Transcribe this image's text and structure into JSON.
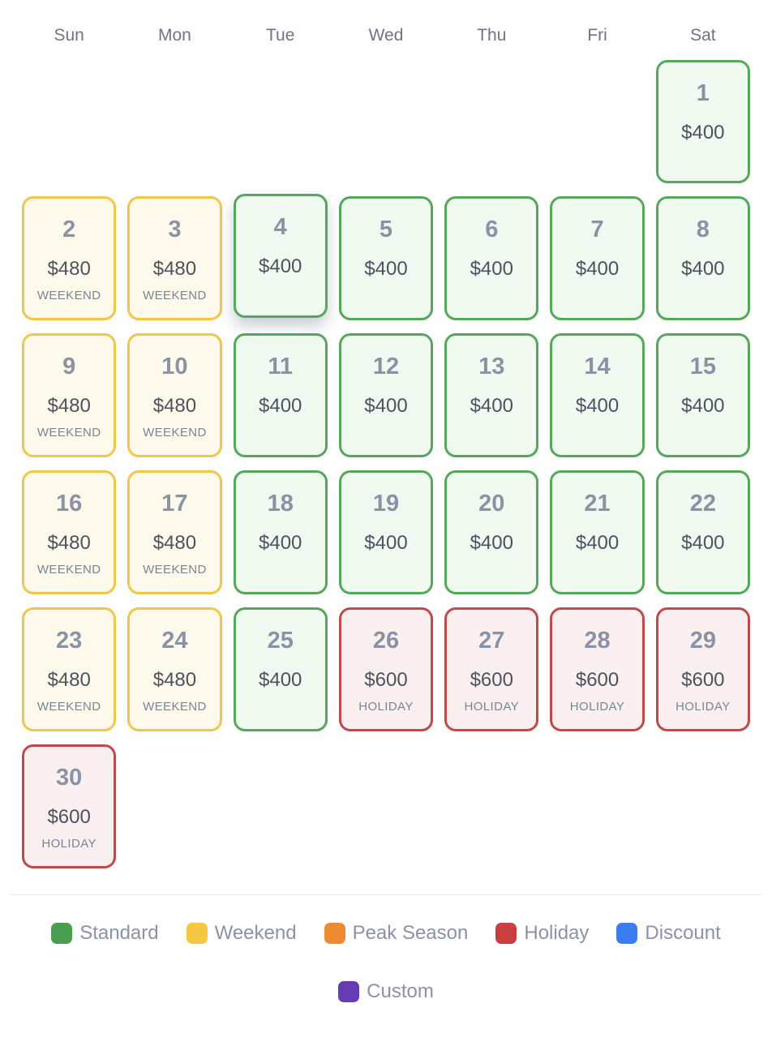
{
  "weekday_headers": [
    "Sun",
    "Mon",
    "Tue",
    "Wed",
    "Thu",
    "Fri",
    "Sat"
  ],
  "calendar": {
    "cells": [
      {
        "day": "1",
        "price": "$400",
        "label": "",
        "type": "standard",
        "row": 1,
        "col": 7,
        "selected": false
      },
      {
        "day": "2",
        "price": "$480",
        "label": "WEEKEND",
        "type": "weekend",
        "row": 2,
        "col": 1,
        "selected": false
      },
      {
        "day": "3",
        "price": "$480",
        "label": "WEEKEND",
        "type": "weekend",
        "row": 2,
        "col": 2,
        "selected": false
      },
      {
        "day": "4",
        "price": "$400",
        "label": "",
        "type": "standard",
        "row": 2,
        "col": 3,
        "selected": true
      },
      {
        "day": "5",
        "price": "$400",
        "label": "",
        "type": "standard",
        "row": 2,
        "col": 4,
        "selected": false
      },
      {
        "day": "6",
        "price": "$400",
        "label": "",
        "type": "standard",
        "row": 2,
        "col": 5,
        "selected": false
      },
      {
        "day": "7",
        "price": "$400",
        "label": "",
        "type": "standard",
        "row": 2,
        "col": 6,
        "selected": false
      },
      {
        "day": "8",
        "price": "$400",
        "label": "",
        "type": "standard",
        "row": 2,
        "col": 7,
        "selected": false
      },
      {
        "day": "9",
        "price": "$480",
        "label": "WEEKEND",
        "type": "weekend",
        "row": 3,
        "col": 1,
        "selected": false
      },
      {
        "day": "10",
        "price": "$480",
        "label": "WEEKEND",
        "type": "weekend",
        "row": 3,
        "col": 2,
        "selected": false
      },
      {
        "day": "11",
        "price": "$400",
        "label": "",
        "type": "standard",
        "row": 3,
        "col": 3,
        "selected": false
      },
      {
        "day": "12",
        "price": "$400",
        "label": "",
        "type": "standard",
        "row": 3,
        "col": 4,
        "selected": false
      },
      {
        "day": "13",
        "price": "$400",
        "label": "",
        "type": "standard",
        "row": 3,
        "col": 5,
        "selected": false
      },
      {
        "day": "14",
        "price": "$400",
        "label": "",
        "type": "standard",
        "row": 3,
        "col": 6,
        "selected": false
      },
      {
        "day": "15",
        "price": "$400",
        "label": "",
        "type": "standard",
        "row": 3,
        "col": 7,
        "selected": false
      },
      {
        "day": "16",
        "price": "$480",
        "label": "WEEKEND",
        "type": "weekend",
        "row": 4,
        "col": 1,
        "selected": false
      },
      {
        "day": "17",
        "price": "$480",
        "label": "WEEKEND",
        "type": "weekend",
        "row": 4,
        "col": 2,
        "selected": false
      },
      {
        "day": "18",
        "price": "$400",
        "label": "",
        "type": "standard",
        "row": 4,
        "col": 3,
        "selected": false
      },
      {
        "day": "19",
        "price": "$400",
        "label": "",
        "type": "standard",
        "row": 4,
        "col": 4,
        "selected": false
      },
      {
        "day": "20",
        "price": "$400",
        "label": "",
        "type": "standard",
        "row": 4,
        "col": 5,
        "selected": false
      },
      {
        "day": "21",
        "price": "$400",
        "label": "",
        "type": "standard",
        "row": 4,
        "col": 6,
        "selected": false
      },
      {
        "day": "22",
        "price": "$400",
        "label": "",
        "type": "standard",
        "row": 4,
        "col": 7,
        "selected": false
      },
      {
        "day": "23",
        "price": "$480",
        "label": "WEEKEND",
        "type": "weekend",
        "row": 5,
        "col": 1,
        "selected": false
      },
      {
        "day": "24",
        "price": "$480",
        "label": "WEEKEND",
        "type": "weekend",
        "row": 5,
        "col": 2,
        "selected": false
      },
      {
        "day": "25",
        "price": "$400",
        "label": "",
        "type": "standard",
        "row": 5,
        "col": 3,
        "selected": false
      },
      {
        "day": "26",
        "price": "$600",
        "label": "HOLIDAY",
        "type": "holiday",
        "row": 5,
        "col": 4,
        "selected": false
      },
      {
        "day": "27",
        "price": "$600",
        "label": "HOLIDAY",
        "type": "holiday",
        "row": 5,
        "col": 5,
        "selected": false
      },
      {
        "day": "28",
        "price": "$600",
        "label": "HOLIDAY",
        "type": "holiday",
        "row": 5,
        "col": 6,
        "selected": false
      },
      {
        "day": "29",
        "price": "$600",
        "label": "HOLIDAY",
        "type": "holiday",
        "row": 5,
        "col": 7,
        "selected": false
      },
      {
        "day": "30",
        "price": "$600",
        "label": "HOLIDAY",
        "type": "holiday",
        "row": 6,
        "col": 1,
        "selected": false
      }
    ]
  },
  "cell_styles": {
    "standard": {
      "border": "#55a85a",
      "bg": "#f0faf1"
    },
    "weekend": {
      "border": "#f2c64a",
      "bg": "#fdfaec"
    },
    "holiday": {
      "border": "#c4484a",
      "bg": "#faf0ef"
    }
  },
  "legend": {
    "rows": [
      [
        {
          "label": "Standard",
          "color": "#4a9e52"
        },
        {
          "label": "Weekend",
          "color": "#f5c844"
        },
        {
          "label": "Peak Season",
          "color": "#ee8a31"
        },
        {
          "label": "Holiday",
          "color": "#c8403e"
        },
        {
          "label": "Discount",
          "color": "#3b7cf0"
        }
      ],
      [
        {
          "label": "Custom",
          "color": "#663bb4"
        }
      ]
    ]
  }
}
